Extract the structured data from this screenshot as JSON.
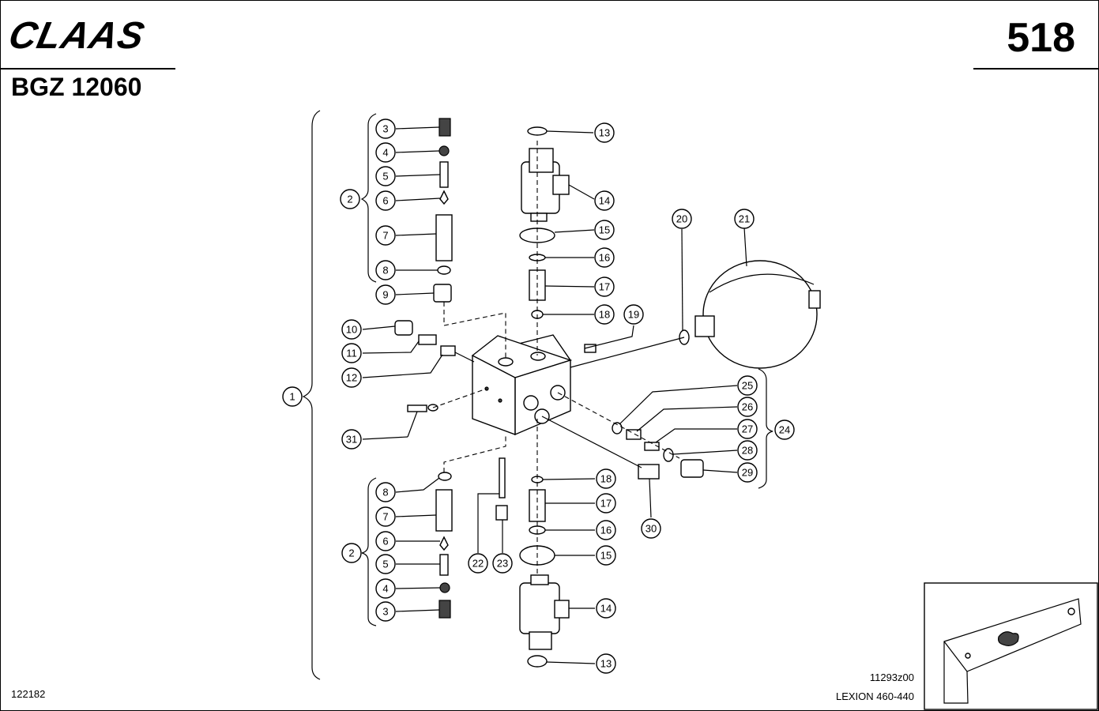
{
  "header": {
    "brand": "CLAAS",
    "page_number": "518",
    "group_code": "BGZ 12060"
  },
  "footer": {
    "sheet_id": "122182",
    "drawing_number": "11293z00",
    "model_range": "LEXION 460-440"
  },
  "callouts": {
    "c1": "1",
    "c2a": "2",
    "c3a": "3",
    "c4a": "4",
    "c5a": "5",
    "c6a": "6",
    "c7a": "7",
    "c8a": "8",
    "c9": "9",
    "c10": "10",
    "c11": "11",
    "c12": "12",
    "c13a": "13",
    "c14a": "14",
    "c15a": "15",
    "c16a": "16",
    "c17a": "17",
    "c18a": "18",
    "c19": "19",
    "c20": "20",
    "c21": "21",
    "c24": "24",
    "c25": "25",
    "c26": "26",
    "c27": "27",
    "c28": "28",
    "c29": "29",
    "c30": "30",
    "c31": "31",
    "c8b": "8",
    "c7b": "7",
    "c6b": "6",
    "c5b": "5",
    "c4b": "4",
    "c3b": "3",
    "c2b": "2",
    "c18b": "18",
    "c17b": "17",
    "c16b": "16",
    "c15b": "15",
    "c14b": "14",
    "c13b": "13",
    "c22": "22",
    "c23": "23"
  }
}
